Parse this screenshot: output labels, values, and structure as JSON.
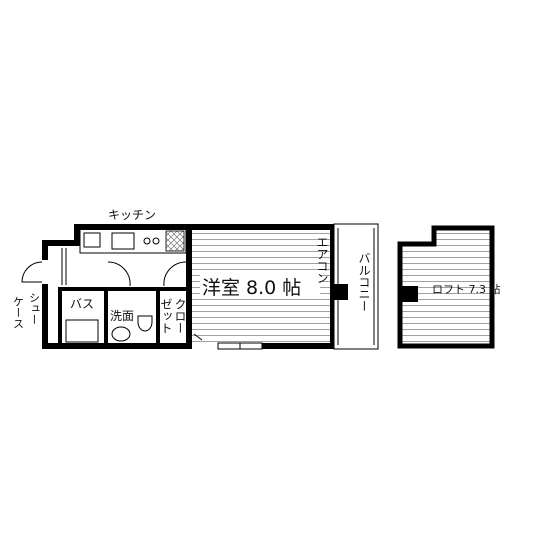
{
  "rooms": {
    "kitchen": "キッチン",
    "western_room": "洋室 8.0 帖",
    "aircon": "エアコン",
    "balcony": "バルコニー",
    "loft": "ロフト 7.3 帖",
    "shoe_case_top": "シュー",
    "shoe_case_bottom": "ケース",
    "bath": "バス",
    "washroom": "洗面",
    "closet_left": "クロー",
    "closet_right": "ゼット"
  },
  "colors": {
    "wall": "#000000",
    "hatch": "#7f7f7f",
    "background": "#ffffff"
  }
}
